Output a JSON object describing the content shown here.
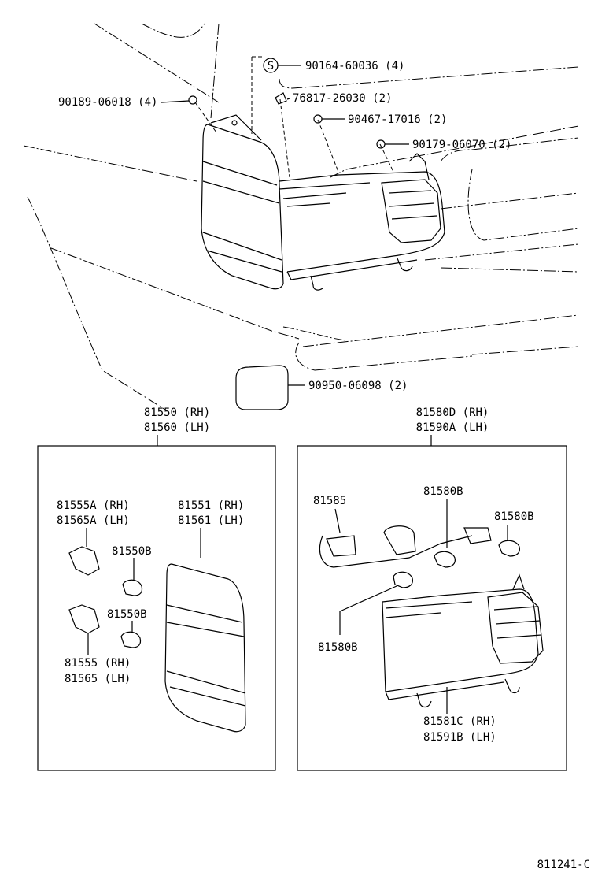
{
  "top_callouts": {
    "screw_s": "90164-60036 (4)",
    "clip": "76817-26030 (2)",
    "nut_a": "90467-17016 (2)",
    "nut_b": "90179-06070 (2)",
    "nut_left": "90189-06018 (4)",
    "gasket": "90950-06098 (2)",
    "screw_symbol": "S"
  },
  "left_box": {
    "header_rh": "81550 (RH)",
    "header_lh": "81560 (LH)",
    "socket_a_rh": "81555A (RH)",
    "socket_a_lh": "81565A (LH)",
    "bulb_1": "81550B",
    "bulb_2": "81550B",
    "lens_rh": "81551 (RH)",
    "lens_lh": "81561 (LH)",
    "socket_rh": "81555 (RH)",
    "socket_lh": "81565 (LH)"
  },
  "right_box": {
    "header_rh": "81580D (RH)",
    "header_lh": "81590A (LH)",
    "harness": "81585",
    "bulb_top": "81580B",
    "bulb_right": "81580B",
    "bulb_bottom": "81580B",
    "lens_rh": "81581C (RH)",
    "lens_lh": "81591B (LH)"
  },
  "footer": {
    "code": "811241-C"
  }
}
